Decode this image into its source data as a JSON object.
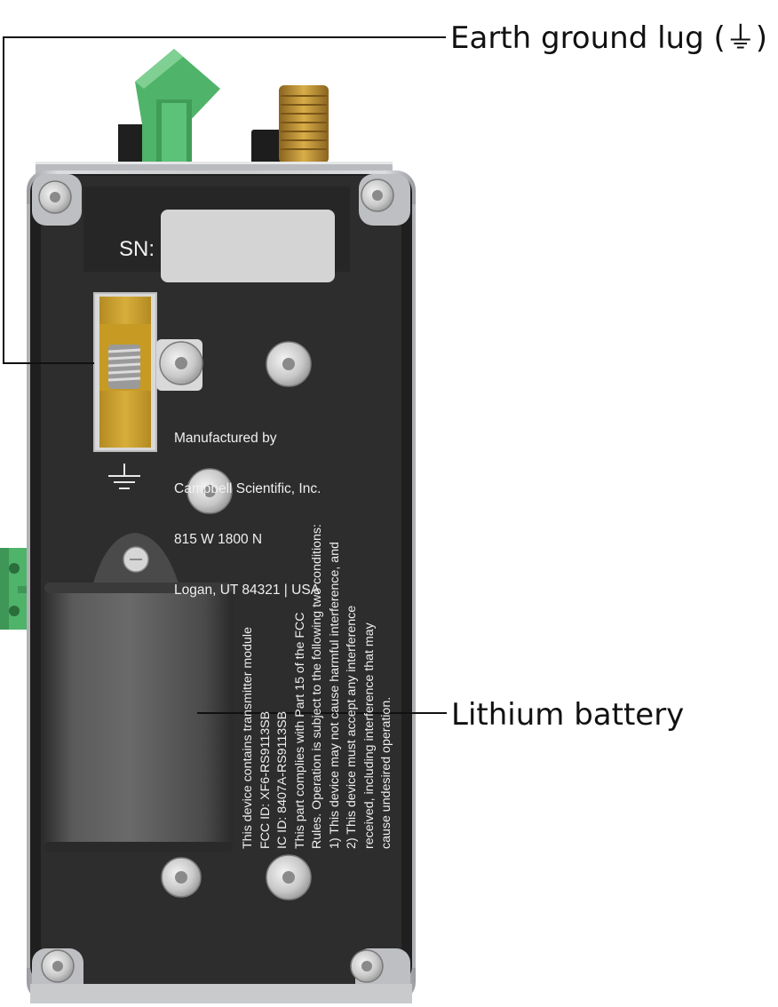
{
  "callouts": {
    "earth_ground": "Earth ground lug (⏚)",
    "battery": "Lithium battery"
  },
  "device": {
    "sn_label": "SN:",
    "manufacturer": [
      "Manufactured by",
      "Campbell Scientific, Inc.",
      "815 W 1800 N",
      "Logan, UT 84321 | USA"
    ],
    "fcc_text": [
      "This device contains transmitter module",
      "FCC ID: XF6-RS9113SB",
      "IC ID: 8407A-RS9113SB",
      "This part complies with Part 15 of the FCC",
      "Rules. Operation is subject to the following two conditions:",
      "1) This device may not cause harmful interference, and",
      "2) This device must accept any interference",
      "received, including interference that may",
      "cause undesired operation."
    ]
  },
  "colors": {
    "panel": "#2d2d2d",
    "housing": "#c4c6c8",
    "terminal_green": "#4fb36a",
    "ground_lug": "#caa12e",
    "sma_gold": "#b8892c",
    "battery": "#4e4e4e"
  }
}
